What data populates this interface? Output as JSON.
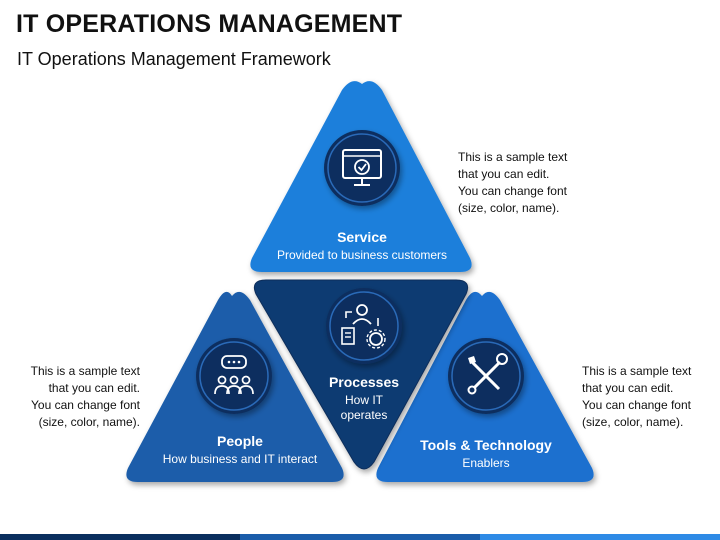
{
  "title": "IT OPERATIONS MANAGEMENT",
  "subtitle": "IT Operations Management Framework",
  "nodes": {
    "service": {
      "heading": "Service",
      "sub": "Provided to business customers",
      "icon": "monitor-check-icon"
    },
    "people": {
      "heading": "People",
      "sub": "How business and IT interact",
      "icon": "people-chat-icon"
    },
    "processes": {
      "heading": "Processes",
      "sub_line1": "How IT",
      "sub_line2": "operates",
      "icon": "process-gear-icon"
    },
    "tools": {
      "heading": "Tools & Technology",
      "sub": "Enablers",
      "icon": "wrench-screwdriver-icon"
    }
  },
  "notes": {
    "top_right": {
      "line1": "This is a sample text",
      "line2": "that you can edit.",
      "line3": "You can change font",
      "line4": "(size, color, name)."
    },
    "left": {
      "line1": "This is a sample text",
      "line2": "that you can edit.",
      "line3": "You can change font",
      "line4": "(size, color, name)."
    },
    "right": {
      "line1": "This is a sample text",
      "line2": "that you can edit.",
      "line3": "You can change font",
      "line4": "(size, color, name)."
    }
  },
  "colors": {
    "service": "#1f7fdb",
    "people": "#1a5daa",
    "processes": "#0d3a72",
    "tools": "#1a6fcf",
    "circle": "#0b2f5e"
  }
}
